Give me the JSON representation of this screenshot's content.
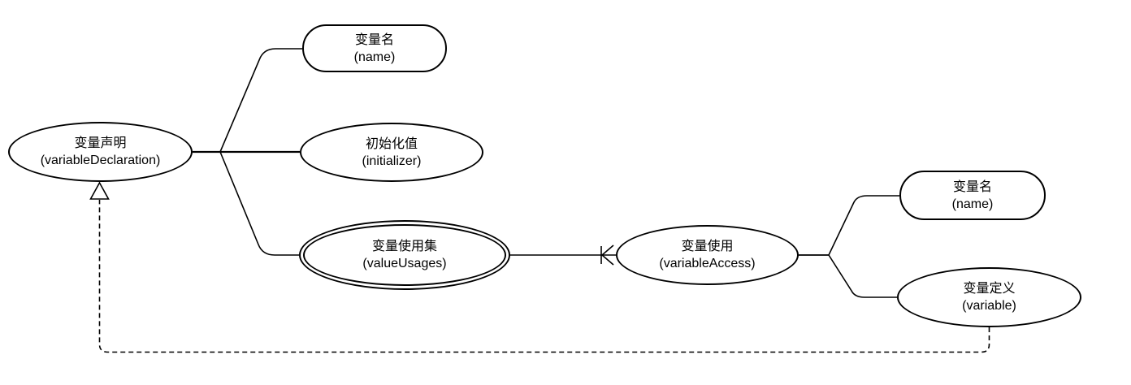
{
  "diagram": {
    "background_color": "#ffffff",
    "line_color": "#000000",
    "nodes": {
      "variable_declaration": {
        "title": "变量声明",
        "subtitle": "(variableDeclaration)",
        "shape": "ellipse"
      },
      "name_left": {
        "title": "变量名",
        "subtitle": "(name)",
        "shape": "rounded-rect"
      },
      "initializer": {
        "title": "初始化值",
        "subtitle": "(initializer)",
        "shape": "ellipse"
      },
      "value_usages": {
        "title": "变量使用集",
        "subtitle": "(valueUsages)",
        "shape": "double-ellipse"
      },
      "variable_access": {
        "title": "变量使用",
        "subtitle": "(variableAccess)",
        "shape": "ellipse"
      },
      "name_right": {
        "title": "变量名",
        "subtitle": "(name)",
        "shape": "rounded-rect"
      },
      "variable": {
        "title": "变量定义",
        "subtitle": "(variable)",
        "shape": "ellipse"
      }
    },
    "edges": [
      {
        "from": "variable_declaration",
        "to": "name_left",
        "style": "solid",
        "marker": "none"
      },
      {
        "from": "variable_declaration",
        "to": "initializer",
        "style": "solid",
        "marker": "none"
      },
      {
        "from": "variable_declaration",
        "to": "value_usages",
        "style": "solid",
        "marker": "none"
      },
      {
        "from": "value_usages",
        "to": "variable_access",
        "style": "solid",
        "marker": "crow-foot-with-bar"
      },
      {
        "from": "variable_access",
        "to": "name_right",
        "style": "solid",
        "marker": "none"
      },
      {
        "from": "variable_access",
        "to": "variable",
        "style": "solid",
        "marker": "none"
      },
      {
        "from": "variable",
        "to": "variable_declaration",
        "style": "dashed",
        "marker": "hollow-triangle"
      }
    ]
  }
}
